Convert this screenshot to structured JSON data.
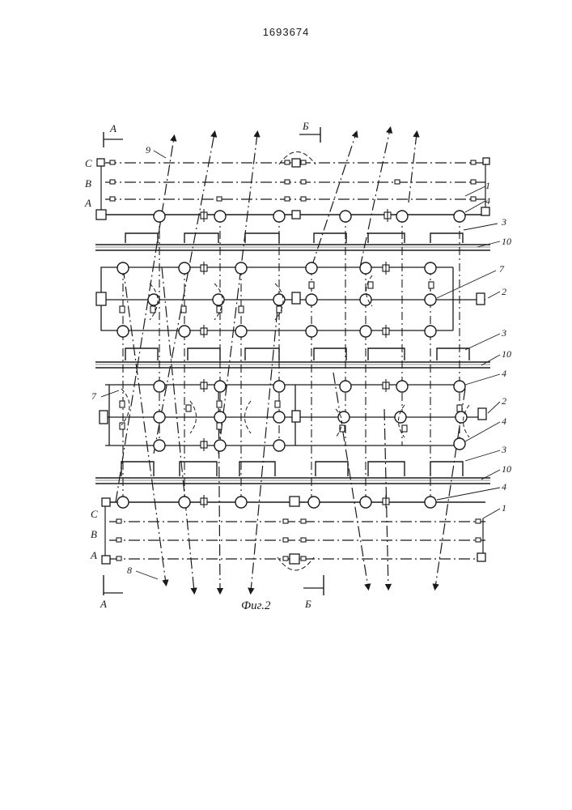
{
  "document": {
    "patent_number": "1693674",
    "figure_caption": "Фиг.2"
  },
  "phase_labels": {
    "top": [
      "C",
      "B",
      "A"
    ],
    "bottom": [
      "C",
      "B",
      "A"
    ]
  },
  "section_labels": {
    "top_left": "А",
    "top_right": "Б",
    "bottom_left": "А",
    "bottom_right": "Б"
  },
  "callouts": [
    "9",
    "1",
    "4",
    "3",
    "10",
    "7",
    "2",
    "3",
    "10",
    "7",
    "4",
    "2",
    "4",
    "3",
    "10",
    "4",
    "1",
    "8"
  ],
  "colors": {
    "ink": "#1a1a1a",
    "paper": "#ffffff"
  }
}
